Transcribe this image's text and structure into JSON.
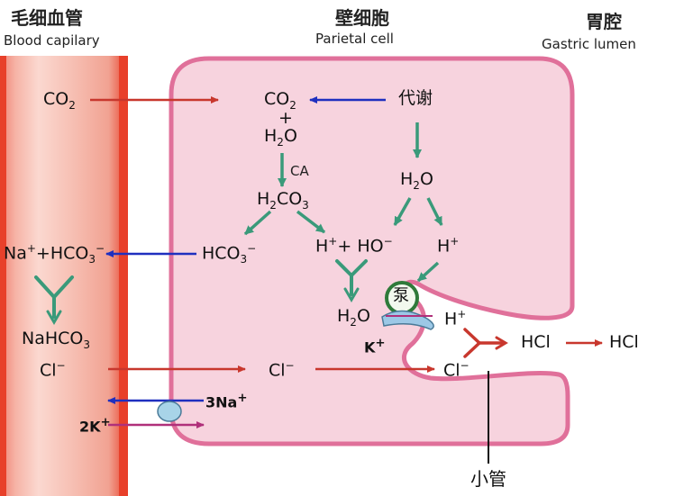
{
  "headers": {
    "capillary_cn": "毛细血管",
    "capillary_en": "Blood capilary",
    "parietal_cn": "壁细胞",
    "parietal_en": "Parietal cell",
    "lumen_cn": "胃腔",
    "lumen_en": "Gastric lumen"
  },
  "capillary": {
    "co2_base": "CO",
    "co2_sub": "2",
    "na": "Na",
    "na_sup": "+",
    "plus_hco": "+HCO",
    "hco_sub": "3",
    "hco_sup": "−",
    "nahco": "NaHCO",
    "nahco_sub": "3",
    "cl": "Cl",
    "cl_sup": "−",
    "k2": "2K",
    "k2_sup": "+",
    "na3": "3Na",
    "na3_sup": "+"
  },
  "cell": {
    "co2_base": "CO",
    "co2_sub": "2",
    "plus": "+",
    "h2o_h": "H",
    "h2o_sub": "2",
    "h2o_o": "O",
    "ca": "CA",
    "h2co3_h": "H",
    "h2co3_sub1": "2",
    "h2co3_co": "CO",
    "h2co3_sub2": "3",
    "hco3_base": "HCO",
    "hco3_sub": "3",
    "hco3_sup": "−",
    "hplus_h": "H",
    "hplus_sup": "+",
    "plus2": "+ HO",
    "ho_sup": "−",
    "metabolism": "代谢",
    "h2o2_h": "H",
    "h2o2_sub": "2",
    "h2o2_o": "O",
    "hplus2_h": "H",
    "hplus2_sup": "+",
    "pump": "泵",
    "h2o3_h": "H",
    "h2o3_sub": "2",
    "h2o3_o": "O",
    "hplus3_h": "H",
    "hplus3_sup": "+",
    "k": "K",
    "k_sup": "+",
    "cl": "Cl",
    "cl_sup": "−",
    "cl2": "Cl",
    "cl2_sup": "−"
  },
  "lumen": {
    "hcl1": "HCl",
    "hcl2": "HCl",
    "canaliculus": "小管"
  },
  "colors": {
    "capillary_red": "#e8402a",
    "cell_fill": "#f7d3de",
    "cell_stroke": "#e0709a",
    "arrow_red": "#c8372d",
    "arrow_blue": "#1f2fbf",
    "arrow_green": "#3a9a7a",
    "pump_green": "#2f7a3a"
  }
}
